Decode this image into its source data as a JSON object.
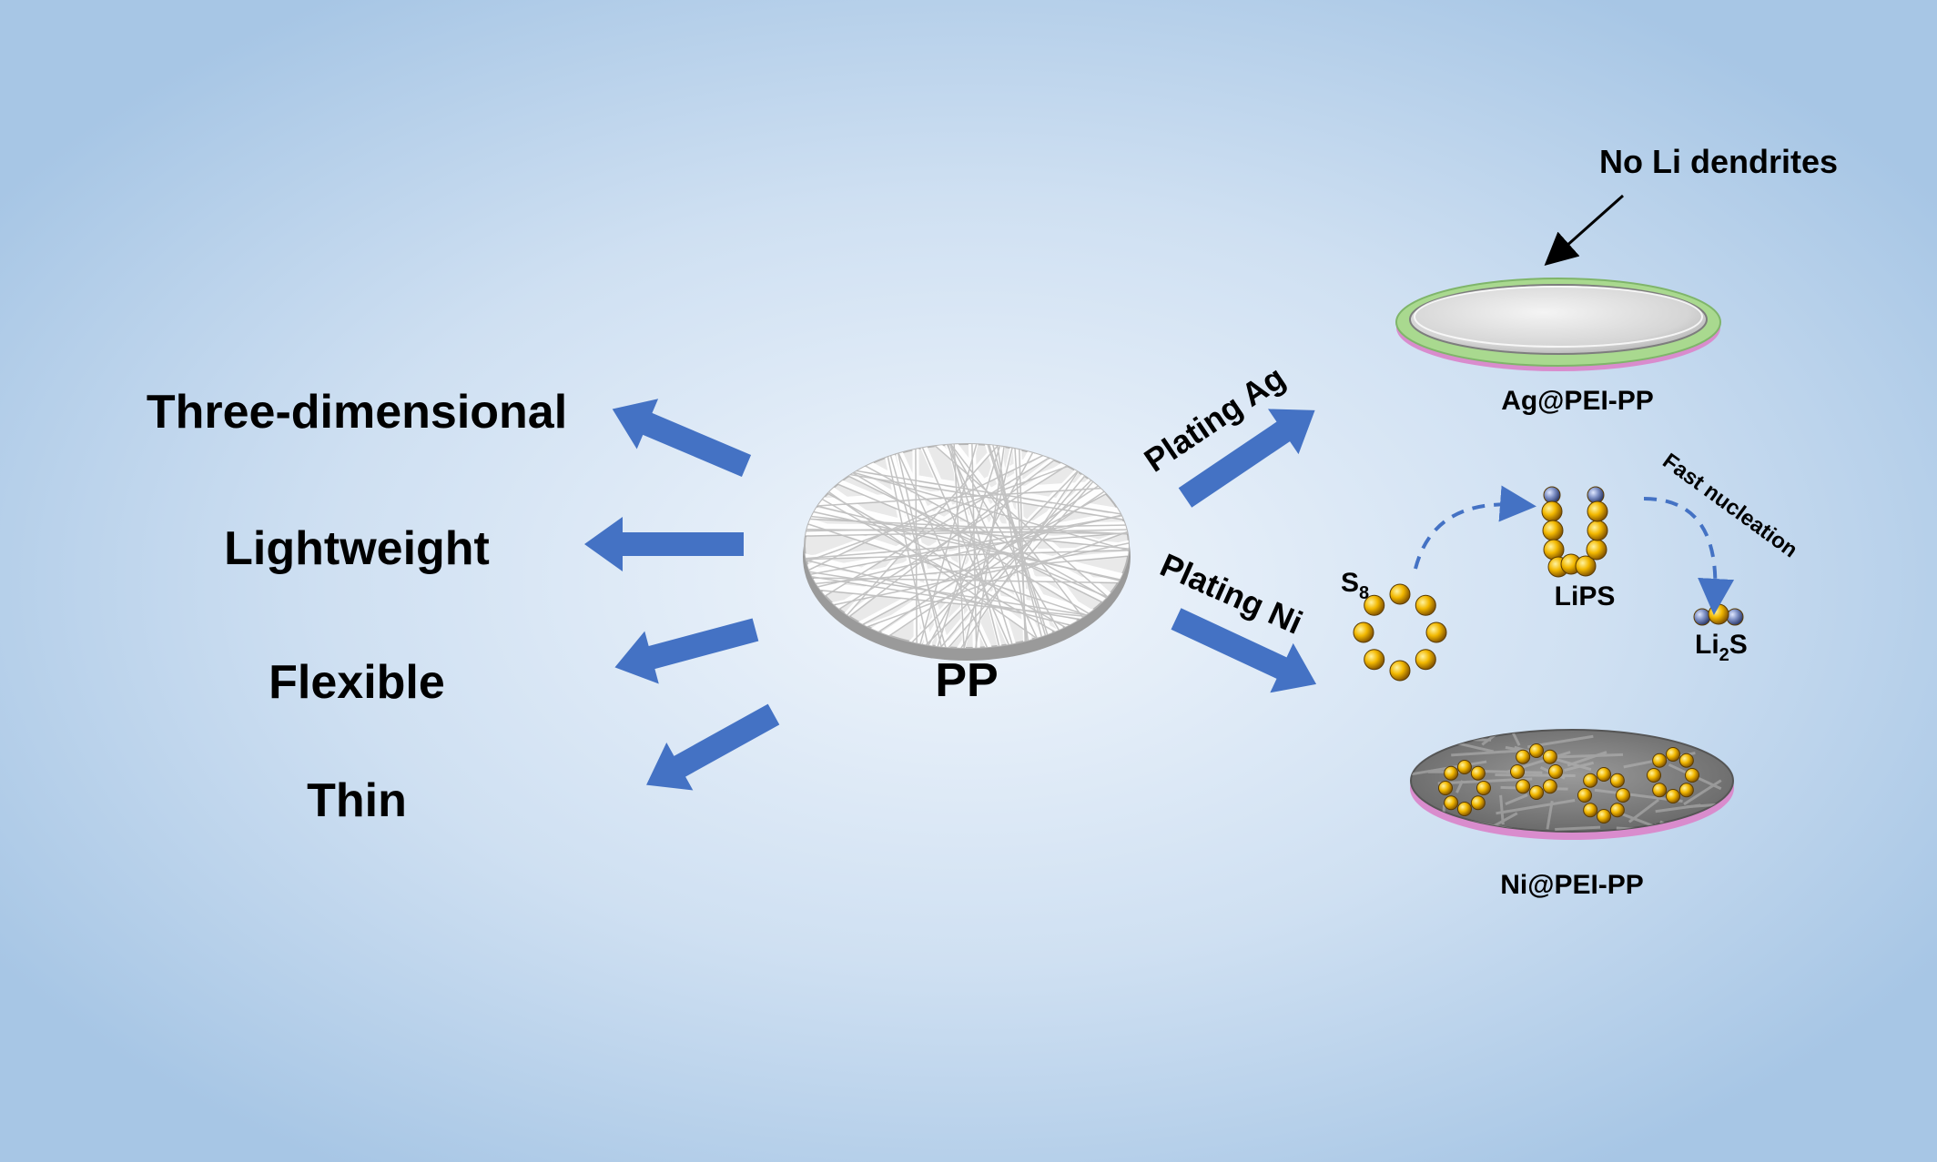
{
  "labels": {
    "property_1": "Three-dimensional",
    "property_2": "Lightweight",
    "property_3": "Flexible",
    "property_4": "Thin",
    "center": "PP",
    "plating_ag": "Plating Ag",
    "plating_ni": "Plating Ni",
    "no_dendrites": "No Li dendrites",
    "ag_product": "Ag@PEI-PP",
    "ni_product": "Ni@PEI-PP",
    "s8_base": "S",
    "s8_sub": "8",
    "lips": "LiPS",
    "li2s_a": "Li",
    "li2s_sub": "2",
    "li2s_b": "S",
    "fast_nucleation": "Fast nucleation"
  },
  "colors": {
    "background_center": "#eef4fb",
    "background_edge": "#a9c8e6",
    "arrow_blue": "#4472c4",
    "sulfur_gold": "#f0b400",
    "lithium_blue": "#6b7fb3",
    "ag_rim_green": "#9fd38a",
    "ni_disc_gray": "#7b7b7b",
    "rim_pink": "#e39ad3"
  }
}
